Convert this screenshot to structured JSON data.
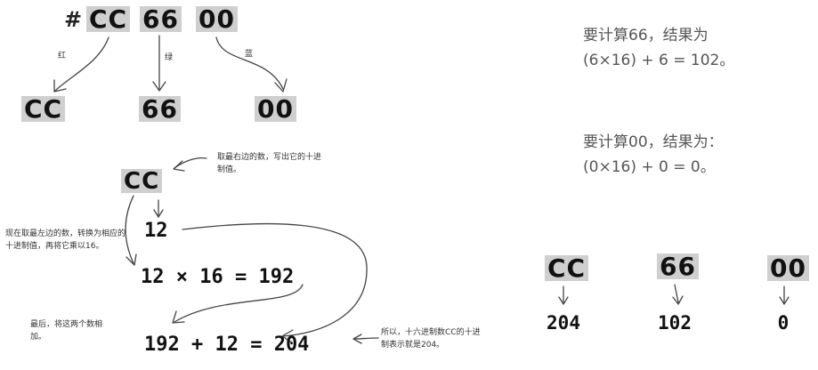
{
  "top": {
    "hash": "#",
    "pairs": [
      "CC",
      "66",
      "00"
    ],
    "channel_labels": [
      "红",
      "绿",
      "蓝"
    ],
    "split": [
      "CC",
      "66",
      "00"
    ]
  },
  "left": {
    "hex": "CC",
    "step1_note": "取最右边的数，写出它的十进制值。",
    "digit_value": "12",
    "step2_note": "现在取最左边的数，转换为相应的十进制值，再将它乘以16。",
    "multiply": "12 × 16 = 192",
    "step3_note": "最后，将这两个数相加。",
    "sum": "192 + 12 = 204",
    "conclusion_note": "所以，十六进制数CC的十进制表示就是204。"
  },
  "right": {
    "calc66_line1": "要计算66，结果为",
    "calc66_line2": "(6×16) + 6 = 102。",
    "calc00_line1": "要计算00，结果为：",
    "calc00_line2": "(0×16) + 0 = 0。",
    "hex_values": [
      "CC",
      "66",
      "00"
    ],
    "decimal_values": [
      "204",
      "102",
      "0"
    ]
  }
}
